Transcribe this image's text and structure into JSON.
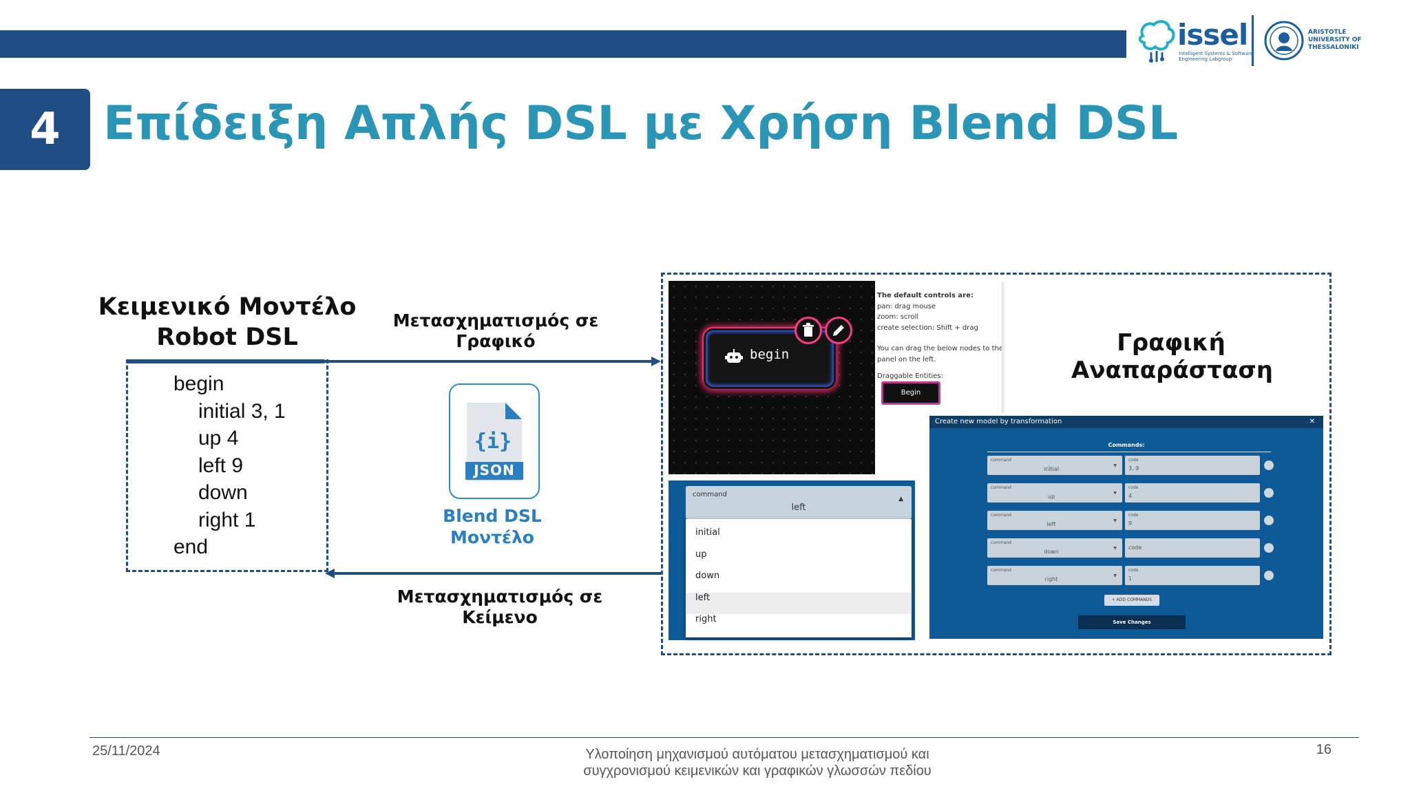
{
  "header": {
    "logo_text": "issel",
    "logo_subtitle": "Intelligent Systems & Software Engineering Labgroup",
    "university": [
      "ARISTOTLE",
      "UNIVERSITY OF",
      "THESSALONIKI"
    ],
    "brand_color": "#1f4e84",
    "title_color": "#2a95b5"
  },
  "section_number": "4",
  "title": "Επίδειξη Απλής DSL με Χρήση Blend DSL",
  "text_model": {
    "title_line1": "Κειμενικό Μοντέλο",
    "title_line2": "Robot DSL",
    "code": [
      "begin",
      "initial 3, 1",
      "up 4",
      "left 9",
      "down",
      "right 1",
      "end"
    ]
  },
  "arrows": {
    "to_graphic_line1": "Μετασχηματισμός σε",
    "to_graphic_line2": "Γραφικό",
    "to_text_line1": "Μετασχηματισμός σε",
    "to_text_line2": "Κείμενο"
  },
  "blend_model": {
    "icon_label": "JSON",
    "caption_line1": "Blend DSL",
    "caption_line2": "Μοντέλο"
  },
  "graphic": {
    "label_line1": "Γραφική",
    "label_line2": "Αναπαράσταση",
    "node_label": "begin",
    "controls": {
      "heading": "The default controls are:",
      "pan": "pan: drag mouse",
      "zoom": "zoom: scroll",
      "selection": "create selection: Shift + drag",
      "drag_info_1": "You can drag the below nodes to the",
      "drag_info_2": "panel on the left.",
      "draggable": "Draggable Entities:",
      "entity": "Begin"
    },
    "dropdown": {
      "field_label": "command",
      "selected": "left",
      "options": [
        "initial",
        "up",
        "down",
        "left",
        "right"
      ]
    },
    "dialog": {
      "title": "Create new model by transformation",
      "close": "✕",
      "commands_label": "Commands:",
      "rows": [
        {
          "command": "initial",
          "code_label": "code",
          "code": "3, 9"
        },
        {
          "command": "up",
          "code_label": "code",
          "code": "4"
        },
        {
          "command": "left",
          "code_label": "code",
          "code": "9"
        },
        {
          "command": "down",
          "code_label": "",
          "code": "code"
        },
        {
          "command": "right",
          "code_label": "code",
          "code": "1"
        }
      ],
      "command_label": "command",
      "add_button": "+ ADD COMMANDS",
      "save_button": "Save Changes"
    }
  },
  "footer": {
    "date": "25/11/2024",
    "line1": "Υλοποίηση μηχανισμού αυτόματου μετασχηματισμού και",
    "line2": "συγχρονισμού κειμενικών και γραφικών γλωσσών πεδίου",
    "page": "16"
  }
}
